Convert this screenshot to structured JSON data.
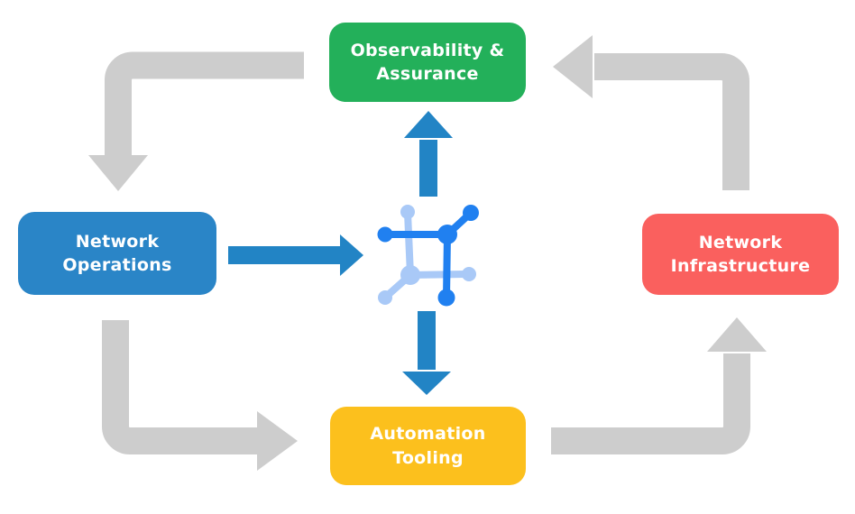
{
  "diagram": {
    "name": "network-automation-cycle",
    "nodes": {
      "observability": {
        "label": "Observability &\nAssurance"
      },
      "operations": {
        "label": "Network\nOperations"
      },
      "infrastructure": {
        "label": "Network\nInfrastructure"
      },
      "automation": {
        "label": "Automation\nTooling"
      }
    },
    "center_icon": "network-mesh-icon",
    "edges": [
      {
        "from": "observability",
        "to": "operations",
        "style": "gray-elbow-arrow"
      },
      {
        "from": "operations",
        "to": "automation",
        "style": "gray-elbow-arrow"
      },
      {
        "from": "automation",
        "to": "infrastructure",
        "style": "gray-elbow-arrow"
      },
      {
        "from": "infrastructure",
        "to": "observability",
        "style": "gray-elbow-arrow"
      },
      {
        "from": "operations",
        "to": "center-icon",
        "style": "blue-straight-arrow"
      },
      {
        "from": "center-icon",
        "to": "observability",
        "style": "blue-straight-arrow"
      },
      {
        "from": "center-icon",
        "to": "automation",
        "style": "blue-straight-arrow"
      }
    ]
  },
  "colors": {
    "background": "#ffffff",
    "text": "#ffffff",
    "node_green": "#23b05a",
    "node_blue": "#2a85c7",
    "node_red": "#fa605e",
    "node_yellow": "#fcc01d",
    "arrow_gray": "#cdcdcd",
    "arrow_blue": "#2284c5",
    "icon_dark": "#2080f0",
    "icon_light": "#a9c9f7"
  }
}
